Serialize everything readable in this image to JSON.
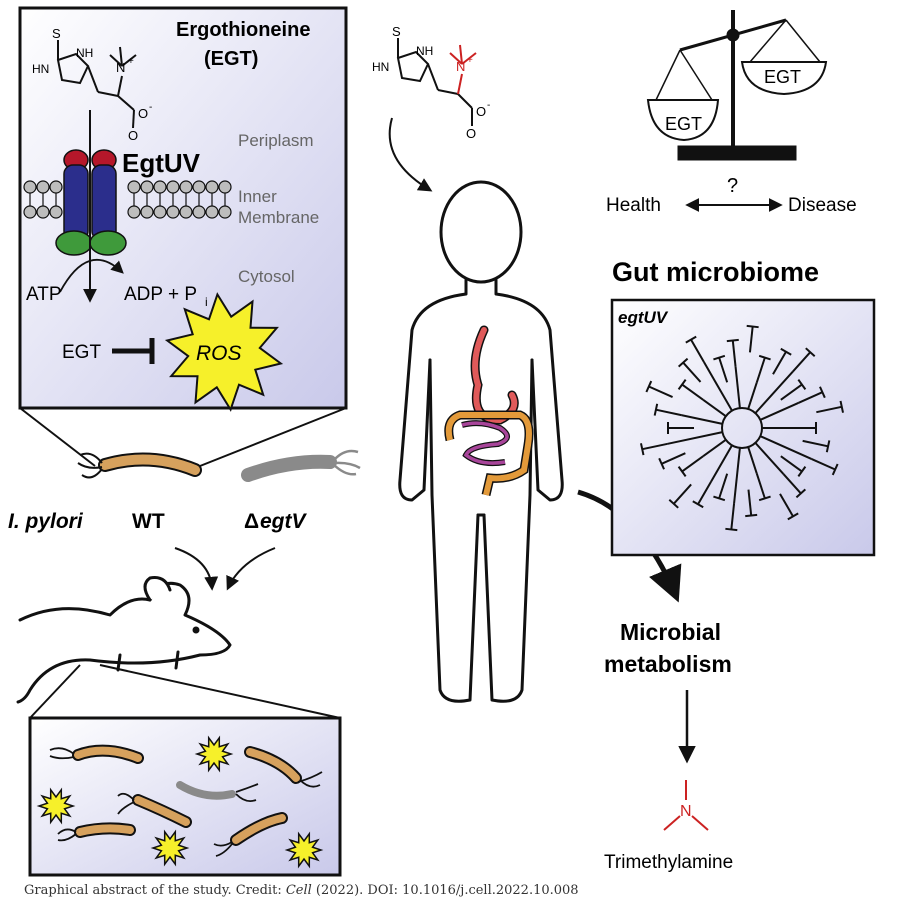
{
  "egt": {
    "name": "Ergothioneine",
    "abbrev": "(EGT)",
    "s": "S",
    "nh": "NH",
    "hn": "HN",
    "nplus": "N",
    "plus": "+",
    "o": "O",
    "ominus": "O",
    "minus": "-"
  },
  "transport": {
    "transporter": "EgtUV",
    "periplasm": "Periplasm",
    "inner": "Inner",
    "membrane": "Membrane",
    "cytosol": "Cytosol",
    "atp": "ATP",
    "adp": "ADP + P",
    "pi_sub": "i",
    "egt_label": "EGT",
    "ros": "ROS"
  },
  "strains": {
    "wt_species": "I. pylori",
    "wt": "WT",
    "delta": "Δ",
    "mutant": "egtV"
  },
  "balance": {
    "left": "EGT",
    "right": "EGT",
    "question": "?",
    "health": "Health",
    "disease": "Disease"
  },
  "microbiome": {
    "title": "Gut microbiome",
    "gene": "egtUV"
  },
  "metabolism": {
    "line1": "Microbial",
    "line2": "metabolism",
    "product_n": "N",
    "product": "Trimethylamine"
  },
  "caption": {
    "prefix": "Graphical abstract of the study. Credit: ",
    "journal": "Cell",
    "suffix": " (2022). DOI: 10.1016/j.cell.2022.10.008"
  },
  "colors": {
    "panel_fill": "#e8e8f5",
    "transporter_blue": "#2b2e8c",
    "transporter_red": "#b5172a",
    "nbd_green": "#3f9a3b",
    "ros_yellow": "#f6f02a",
    "bacterium_wt": "#d6a15d",
    "bacterium_mutant": "#8a8a8a",
    "stomach": "#e05a5a",
    "intestine": "#a8459a",
    "colon": "#e39a3a",
    "nitrogen_red": "#cc2222"
  }
}
